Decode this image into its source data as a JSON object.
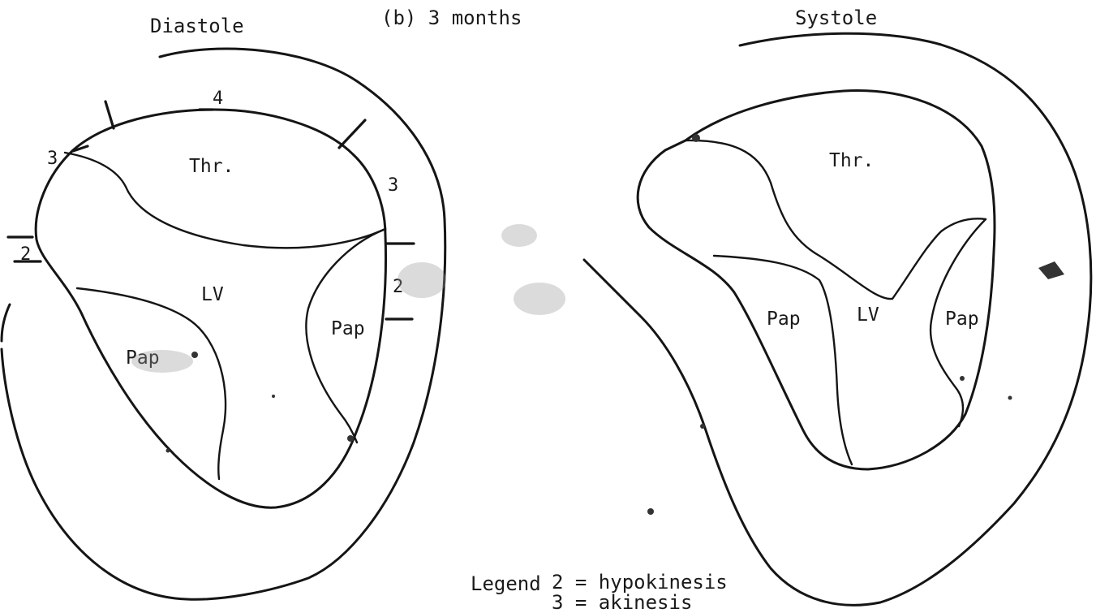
{
  "header": {
    "left_title": "Diastole",
    "center_title": "(b) 3 months",
    "right_title": "Systole"
  },
  "diastole": {
    "regions": {
      "thrombus": "Thr.",
      "ventricle": "LV",
      "papillary_right": "Pap",
      "papillary_left": "Pap"
    },
    "segment_scores": {
      "top": "4",
      "upper_left": "3",
      "upper_right": "3",
      "left": "2",
      "right": "2"
    }
  },
  "systole": {
    "regions": {
      "thrombus": "Thr.",
      "ventricle": "LV",
      "papillary_left": "Pap",
      "papillary_right": "Pap"
    }
  },
  "legend": {
    "title": "Legend",
    "line1": "2 = hypokinesis",
    "line2": "3 = akinesis"
  }
}
